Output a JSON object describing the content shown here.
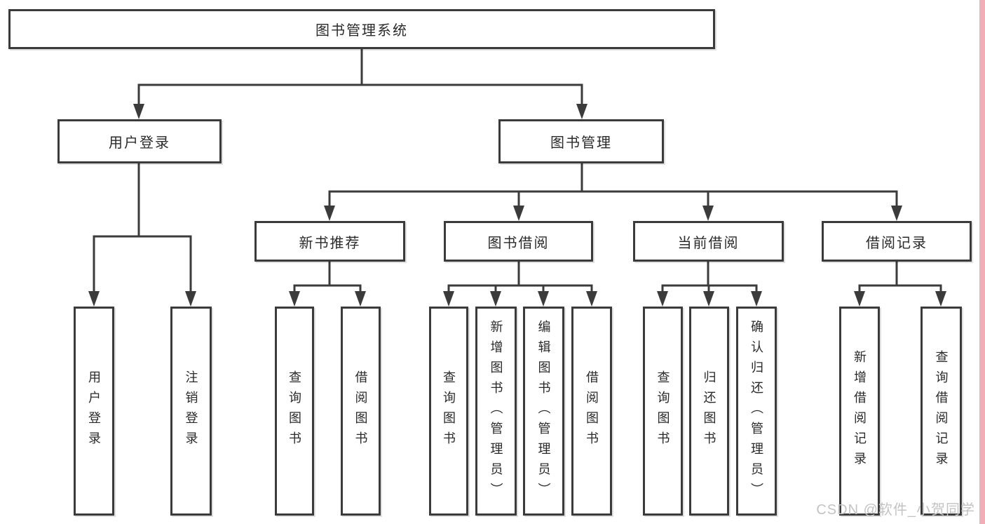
{
  "diagram": {
    "watermark": "CSDN @软件_小贺同学",
    "colors": {
      "line": "#3b3b3b",
      "box_background": "#ffffff",
      "text": "#2a2a2a",
      "watermark_text": "#c3c3c3",
      "right_strip": "#f3adb5"
    },
    "tree": {
      "label": "图书管理系统",
      "children": [
        {
          "label": "用户登录",
          "children": [
            {
              "label": "用户登录"
            },
            {
              "label": "注销登录"
            }
          ]
        },
        {
          "label": "图书管理",
          "children": [
            {
              "label": "新书推荐",
              "children": [
                {
                  "label": "查询图书"
                },
                {
                  "label": "借阅图书"
                }
              ]
            },
            {
              "label": "图书借阅",
              "children": [
                {
                  "label": "查询图书"
                },
                {
                  "label": "新增图书（管理员）"
                },
                {
                  "label": "编辑图书（管理员）"
                },
                {
                  "label": "借阅图书"
                }
              ]
            },
            {
              "label": "当前借阅",
              "children": [
                {
                  "label": "查询图书"
                },
                {
                  "label": "归还图书"
                },
                {
                  "label": "确认归还（管理员）"
                }
              ]
            },
            {
              "label": "借阅记录",
              "children": [
                {
                  "label": "新增借阅记录"
                },
                {
                  "label": "查询借阅记录"
                }
              ]
            }
          ]
        }
      ]
    }
  }
}
